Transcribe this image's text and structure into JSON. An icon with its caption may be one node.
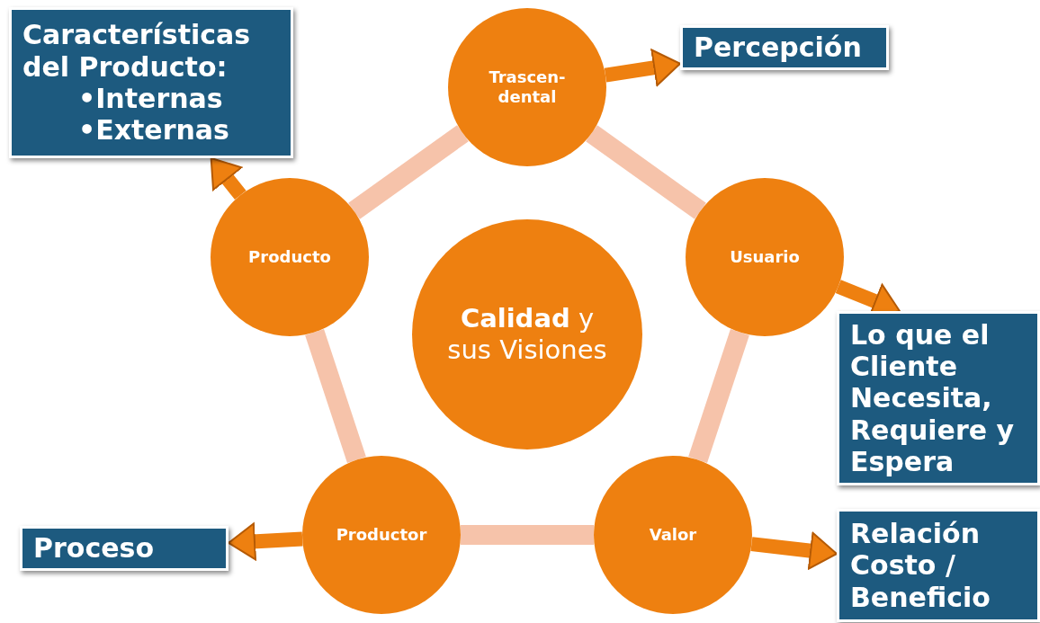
{
  "diagram": {
    "nodes": [
      {
        "text": [
          "**Calidad** y sus Visiones"
        ]
      },
      {
        "text": [
          "Trascen- dental"
        ]
      },
      {
        "text": [
          "Usuario"
        ]
      },
      {
        "text": [
          "Valor"
        ]
      },
      {
        "text": [
          "Productor"
        ]
      },
      {
        "text": [
          "Producto"
        ]
      },
      {
        "text": [
          "Percepción"
        ]
      },
      {
        "text": [
          "Lo que el Cliente Necesita, Requiere y Espera"
        ]
      },
      {
        "text": [
          "Relación Costo / Beneficio"
        ]
      },
      {
        "text": [
          "Proceso"
        ]
      },
      {
        "text": [
          "Características del Producto:",
          "•Internas",
          "•Externas"
        ]
      }
    ],
    "edges": [
      {
        "from": 1,
        "to": 2,
        "arrow": "none",
        "color": "#f6c3aa"
      },
      {
        "from": 2,
        "to": 3,
        "arrow": "none",
        "color": "#f6c3aa"
      },
      {
        "from": 3,
        "to": 4,
        "arrow": "none",
        "color": "#f6c3aa"
      },
      {
        "from": 4,
        "to": 5,
        "arrow": "none",
        "color": "#f6c3aa"
      },
      {
        "from": 5,
        "to": 1,
        "arrow": "none",
        "color": "#f6c3aa"
      },
      {
        "from": 1,
        "to": 6,
        "arrow": "to",
        "color": "#ee8010"
      },
      {
        "from": 2,
        "to": 7,
        "arrow": "to",
        "color": "#ee8010"
      },
      {
        "from": 3,
        "to": 8,
        "arrow": "to",
        "color": "#ee8010"
      },
      {
        "from": 4,
        "to": 9,
        "arrow": "to",
        "color": "#ee8010"
      },
      {
        "from": 5,
        "to": 10,
        "arrow": "to",
        "color": "#ee8010"
      }
    ]
  }
}
